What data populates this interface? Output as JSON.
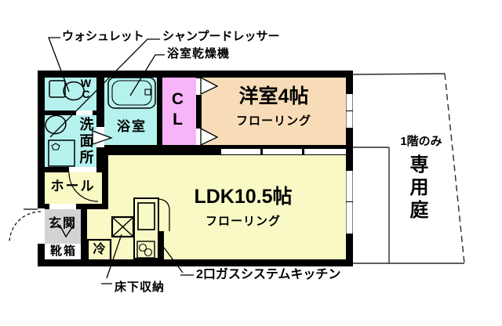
{
  "colors": {
    "wall": "#000000",
    "wet": "#b5f2ee",
    "closet": "#f8b4f8",
    "western": "#f8dcb8",
    "ldk": "#f9f9c6",
    "entrance": "#d3d3d3"
  },
  "callouts": {
    "washlet": "ウォシュレット",
    "shampoo_dresser": "シャンプードレッサー",
    "bath_dryer": "浴室乾燥機",
    "underfloor_storage": "床下収納",
    "gas_kitchen": "2口ガスシステムキッチン"
  },
  "rooms": {
    "wc": "WC",
    "washroom": "洗面所",
    "bath": "浴室",
    "closet": "CL",
    "western_name": "洋室4帖",
    "western_floor": "フローリング",
    "hall": "ホール",
    "entrance": "玄関",
    "shoebox": "靴箱",
    "ldk_name": "LDK10.5帖",
    "ldk_floor": "フローリング",
    "fridge": "冷"
  },
  "garden": {
    "line1": "1階のみ",
    "line2": "専用庭"
  }
}
